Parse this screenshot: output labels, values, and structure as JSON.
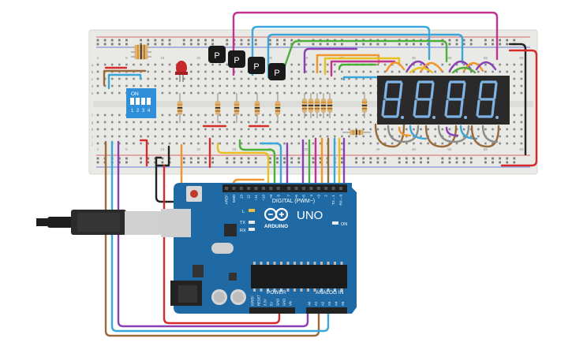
{
  "dip_switch": {
    "label": "ON",
    "numbers": [
      "1",
      "2",
      "3",
      "4"
    ]
  },
  "transistors": [
    {
      "label": "P"
    },
    {
      "label": "P"
    },
    {
      "label": "P"
    },
    {
      "label": "P"
    }
  ],
  "breadboard": {
    "column_marks": [
      "1",
      "5",
      "10",
      "15",
      "20",
      "25",
      "30",
      "35",
      "40",
      "45",
      "50",
      "55",
      "60"
    ],
    "row_letters_top": [
      "a",
      "b",
      "c",
      "d",
      "e"
    ],
    "row_letters_bottom": [
      "f",
      "g",
      "h",
      "i",
      "j"
    ]
  },
  "display": {
    "digits": [
      "8.",
      "8.",
      "8.",
      "8."
    ]
  },
  "arduino": {
    "model": "UNO",
    "brand": "ARDUINO",
    "digital_header_label": "DIGITAL (PWM~)",
    "digital_pins": [
      "AREF",
      "GND",
      "13",
      "12",
      "~11",
      "~10",
      "~9",
      "8",
      "7",
      "~6",
      "~5",
      "4",
      "~3",
      "2",
      "TX→1",
      "RX←0"
    ],
    "power_label": "POWER",
    "analog_label": "ANALOG IN",
    "power_pins": [
      "IOREF",
      "RESET",
      "3.3V",
      "5V",
      "GND",
      "GND",
      "Vin"
    ],
    "analog_pins": [
      "A0",
      "A1",
      "A2",
      "A3",
      "A4",
      "A5"
    ],
    "led_labels": [
      "L",
      "TX",
      "RX"
    ],
    "on_label": "ON"
  },
  "colors": {
    "board": "#1f6aa5",
    "breadboard": "#e9e9e6",
    "wire_red": "#d62b2b",
    "wire_black": "#222222",
    "wire_purple": "#8b3fb3",
    "wire_cyan": "#3aa7d8",
    "wire_green": "#4caf3a",
    "wire_yellow": "#e8c020",
    "wire_orange": "#f0962a",
    "wire_brown": "#9a6a3a",
    "wire_magenta": "#c0338f",
    "display_segment": "#7fb3e6"
  }
}
